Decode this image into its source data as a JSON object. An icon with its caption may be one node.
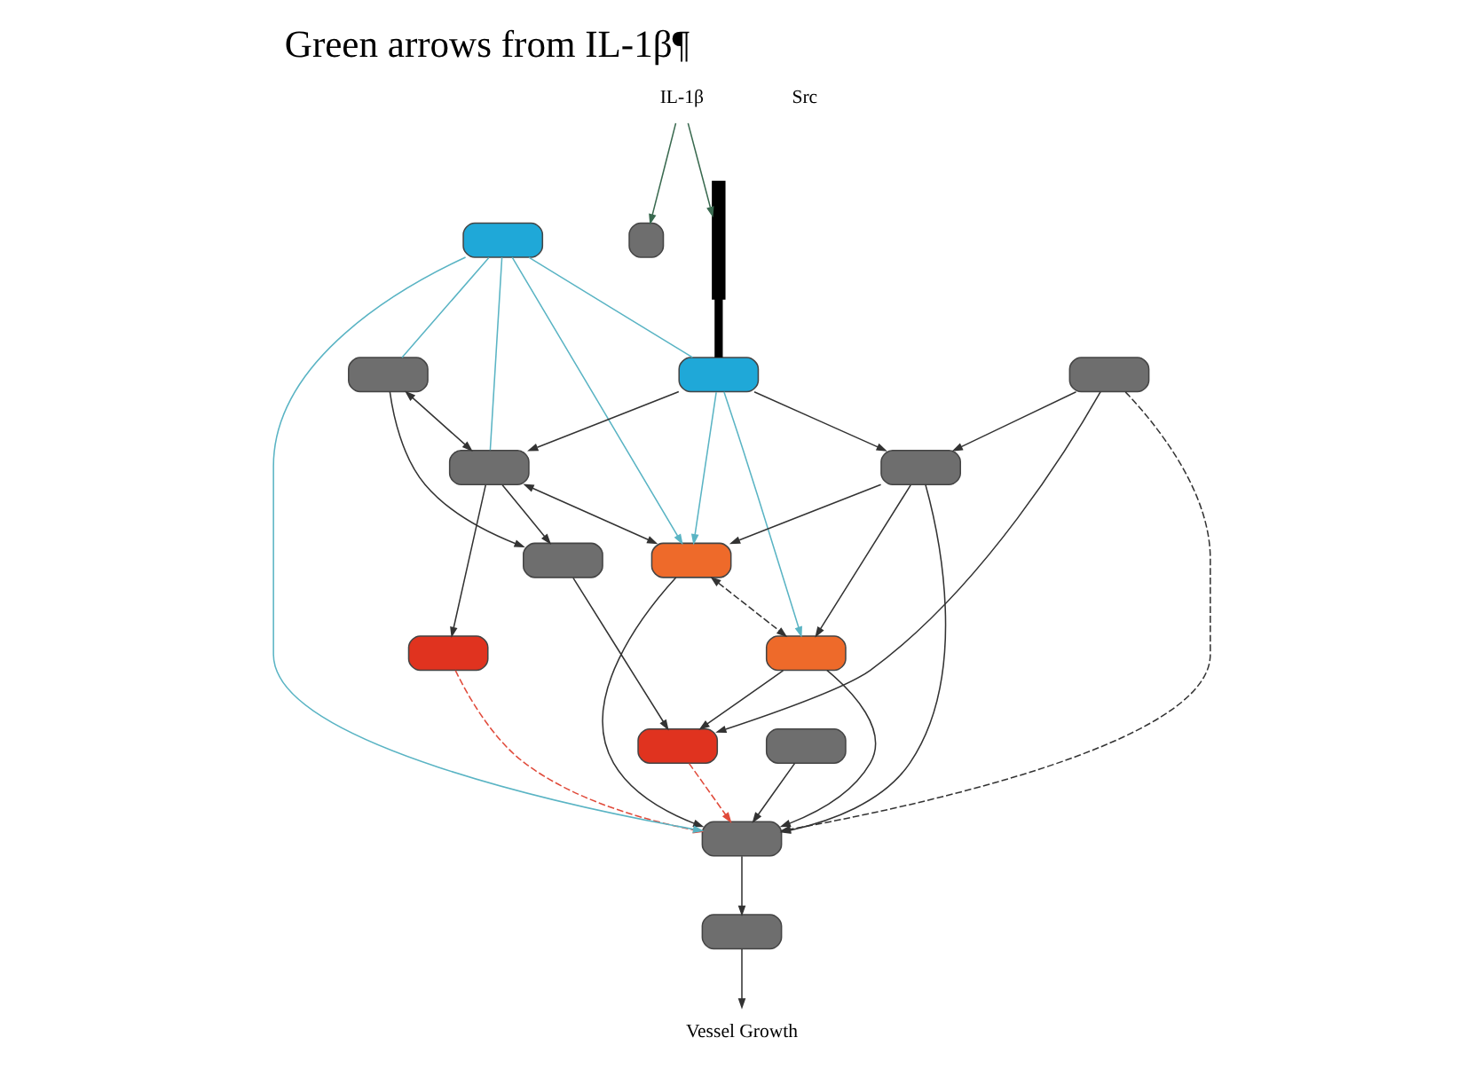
{
  "diagram": {
    "title": "Green arrows from IL-1β¶",
    "nodes": [
      {
        "text": [],
        "shape": "box"
      },
      {
        "text": [],
        "shape": "box"
      },
      {
        "text": [],
        "shape": "box"
      },
      {
        "text": [],
        "shape": "box"
      },
      {
        "text": [],
        "shape": "box"
      },
      {
        "text": [],
        "shape": "box"
      },
      {
        "text": [],
        "shape": "box"
      },
      {
        "text": [],
        "shape": "box"
      },
      {
        "text": [],
        "shape": "box"
      },
      {
        "text": [],
        "shape": "box"
      },
      {
        "text": [],
        "shape": "box"
      },
      {
        "text": [],
        "shape": "box"
      },
      {
        "text": [],
        "shape": "box"
      },
      {
        "text": [],
        "shape": "box"
      },
      {
        "text": [],
        "shape": "box"
      },
      {
        "text": [],
        "shape": "bar"
      },
      {
        "text": [
          "IL-1β"
        ]
      },
      {
        "text": [
          "Vessel Growth"
        ]
      }
    ],
    "edges": [
      {
        "from": 0,
        "to": 1,
        "arrow": "both"
      },
      {
        "from": 0,
        "to": 2,
        "arrow": "to"
      },
      {
        "from": 1,
        "to": 2,
        "arrow": "to"
      },
      {
        "from": 1,
        "to": 3,
        "arrow": "to"
      },
      {
        "from": 1,
        "to": 4,
        "arrow": "both"
      },
      {
        "from": 4,
        "to": 5,
        "arrow": "both",
        "style": "dashed"
      },
      {
        "from": 2,
        "to": 6,
        "arrow": "to"
      },
      {
        "from": 5,
        "to": 6,
        "arrow": "to"
      },
      {
        "from": 5,
        "to": 9,
        "arrow": "to"
      },
      {
        "from": 4,
        "to": 9,
        "arrow": "to"
      },
      {
        "from": 3,
        "to": 9,
        "arrow": "to",
        "style": "dashed",
        "color": "#e04a3a"
      },
      {
        "from": 6,
        "to": 9,
        "arrow": "to",
        "style": "dashed",
        "color": "#e04a3a"
      },
      {
        "from": 7,
        "to": 9,
        "arrow": "to"
      },
      {
        "from": 9,
        "to": 14,
        "arrow": "to"
      },
      {
        "from": 14,
        "to": 17,
        "arrow": "to"
      },
      {
        "from": 10,
        "to": 6,
        "arrow": "to"
      },
      {
        "from": 10,
        "to": 13,
        "arrow": "to"
      },
      {
        "from": 10,
        "to": 9,
        "arrow": "to",
        "style": "dashed"
      },
      {
        "from": 13,
        "to": 9,
        "arrow": "to"
      },
      {
        "from": 13,
        "to": 5,
        "arrow": "to"
      },
      {
        "from": 13,
        "to": 4,
        "arrow": "to"
      },
      {
        "from": 11,
        "to": 13,
        "arrow": "to"
      },
      {
        "from": 11,
        "to": 1,
        "arrow": "to"
      },
      {
        "from": 8,
        "to": 9,
        "arrow": "to",
        "color": "#5ab4c4"
      },
      {
        "from": 8,
        "to": 0,
        "arrow": "none",
        "color": "#5ab4c4"
      },
      {
        "from": 8,
        "to": 1,
        "arrow": "none",
        "color": "#5ab4c4"
      },
      {
        "from": 8,
        "to": 4,
        "arrow": "to",
        "color": "#5ab4c4"
      },
      {
        "from": 8,
        "to": 11,
        "arrow": "none",
        "color": "#5ab4c4"
      },
      {
        "from": 11,
        "to": 4,
        "arrow": "to",
        "color": "#5ab4c4"
      },
      {
        "from": 11,
        "to": 5,
        "arrow": "to",
        "color": "#5ab4c4"
      },
      {
        "from": 15,
        "to": 11,
        "arrow": "none",
        "style": "thick"
      },
      {
        "from": 16,
        "to": 15,
        "arrow": "to",
        "color": "#3a6a50"
      },
      {
        "from": 16,
        "to": 12,
        "arrow": "to",
        "color": "#3a6a50"
      }
    ],
    "labels": [
      "Src"
    ]
  }
}
